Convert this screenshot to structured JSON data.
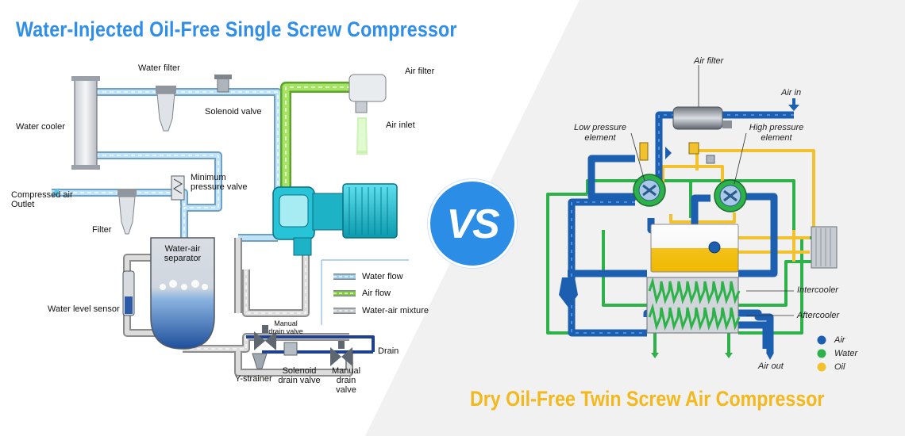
{
  "left": {
    "title": "Water-Injected Oil-Free Single Screw Compressor",
    "labels": {
      "water_filter": "Water filter",
      "air_filter": "Air filter",
      "solenoid_valve": "Solenoid valve",
      "air_inlet": "Air inlet",
      "water_cooler": "Water cooler",
      "minimum_pressure_valve": "Minimum pressure valve",
      "compressed_air_outlet": "Compressed air Outlet",
      "filter": "Filter",
      "water_air_separator": "Water-air separator",
      "water_level_sensor": "Water level sensor",
      "manual_drain_valve_small": "Manual drain valve",
      "drain": "Drain",
      "y_strainer": "Y-strainer",
      "solenoid_drain_valve": "Solenoid drain valve",
      "manual_drain_valve": "Manual drain valve"
    },
    "legend": [
      {
        "label": "Water flow",
        "color": "#9fd0ec"
      },
      {
        "label": "Air flow",
        "color": "#86cf3c"
      },
      {
        "label": "Water-air mixture",
        "color": "#c8c8c8"
      }
    ]
  },
  "vs": "VS",
  "right": {
    "title": "Dry Oil-Free Twin Screw Air Compressor",
    "labels": {
      "air_filter": "Air filter",
      "air_in": "Air in",
      "low_pressure_element": "Low pressure element",
      "high_pressure_element": "High pressure element",
      "intercooler": "Intercooler",
      "aftercooler": "Aftercooler",
      "air_out": "Air out"
    },
    "legend": [
      {
        "label": "Air",
        "color": "#1c5fb0"
      },
      {
        "label": "Water",
        "color": "#2db24a"
      },
      {
        "label": "Oil",
        "color": "#f2c12e"
      }
    ]
  }
}
